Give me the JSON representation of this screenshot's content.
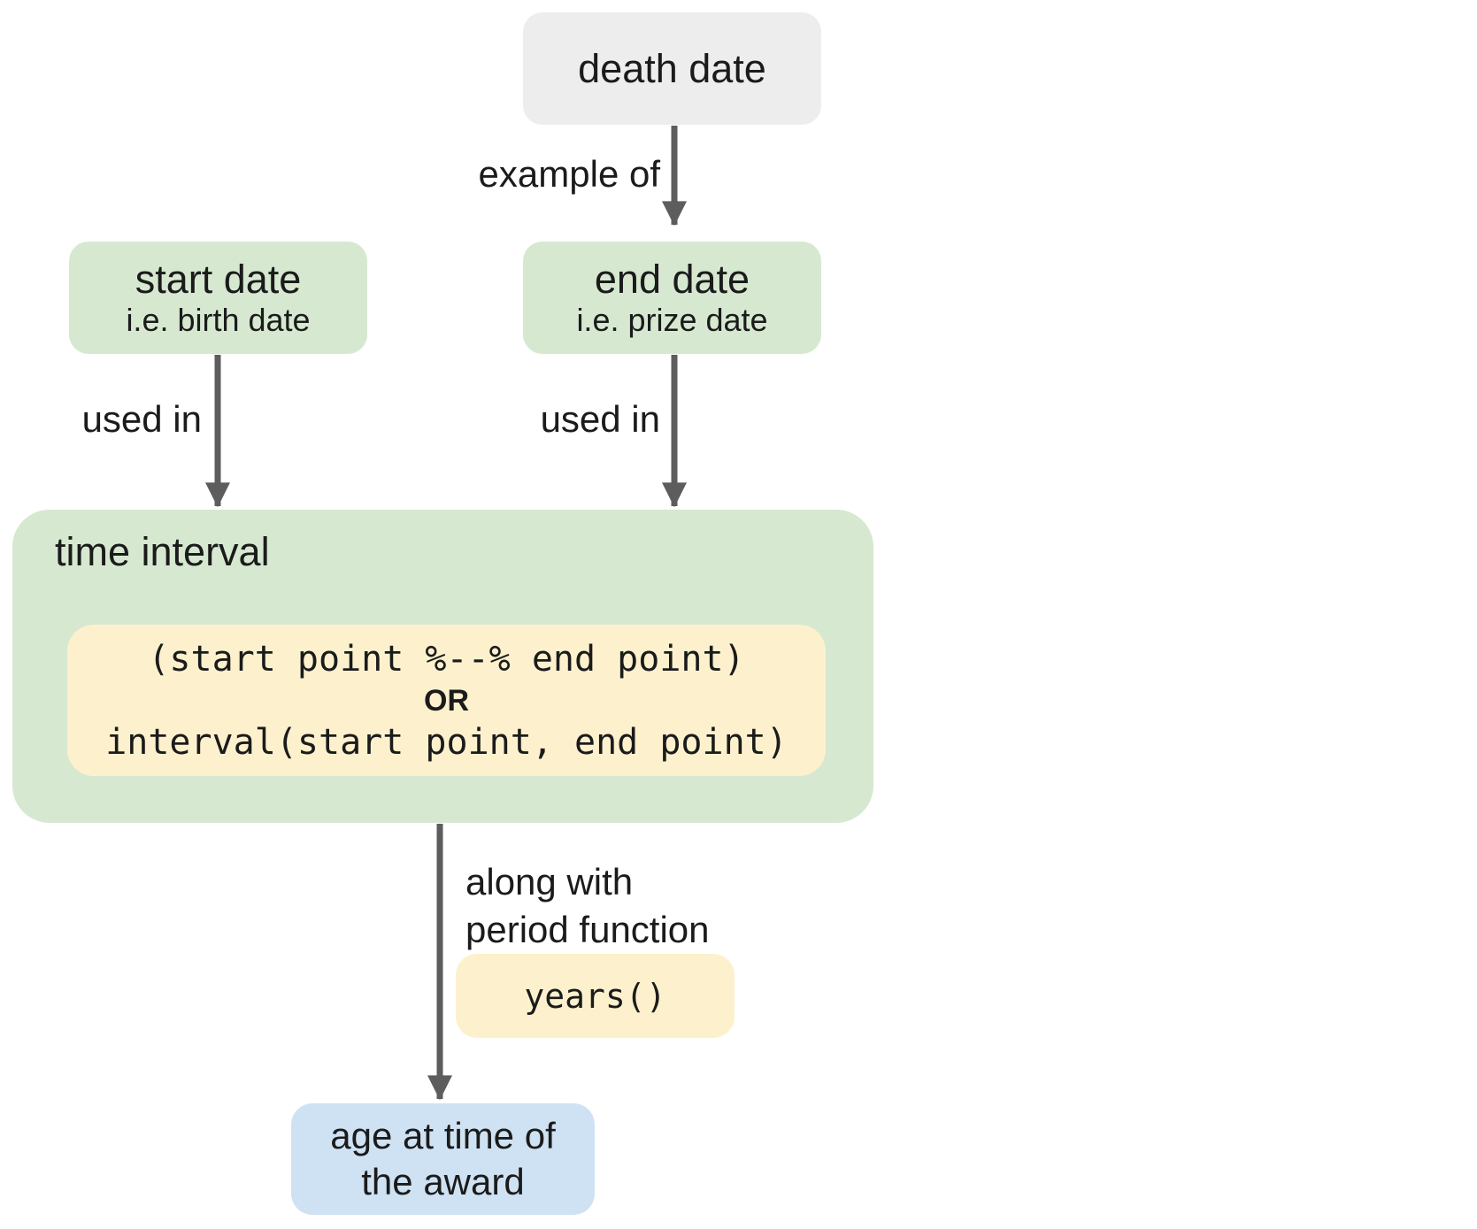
{
  "colors": {
    "background": "#ffffff",
    "gray_box": "#ededed",
    "green_box": "#d7e8d1",
    "yellow_box": "#fdf1cd",
    "blue_box": "#cfe2f3",
    "arrow": "#5d5d5d",
    "text": "#1b1b1b"
  },
  "nodes": {
    "death_date": {
      "label": "death date"
    },
    "start_date": {
      "title": "start date",
      "subtitle": "i.e. birth date"
    },
    "end_date": {
      "title": "end date",
      "subtitle": "i.e. prize date"
    },
    "time_interval": {
      "title": "time interval",
      "code_option_1": "(start point %--% end point)",
      "or_label": "OR",
      "code_option_2": "interval(start point, end point)"
    },
    "period_function": {
      "code": "years()"
    },
    "age_result": {
      "line1": "age at time of",
      "line2": "the award"
    }
  },
  "edge_labels": {
    "example_of": "example of",
    "used_in_start": "used in",
    "used_in_end": "used in",
    "along_with_line1": "along with",
    "along_with_line2": "period function"
  }
}
